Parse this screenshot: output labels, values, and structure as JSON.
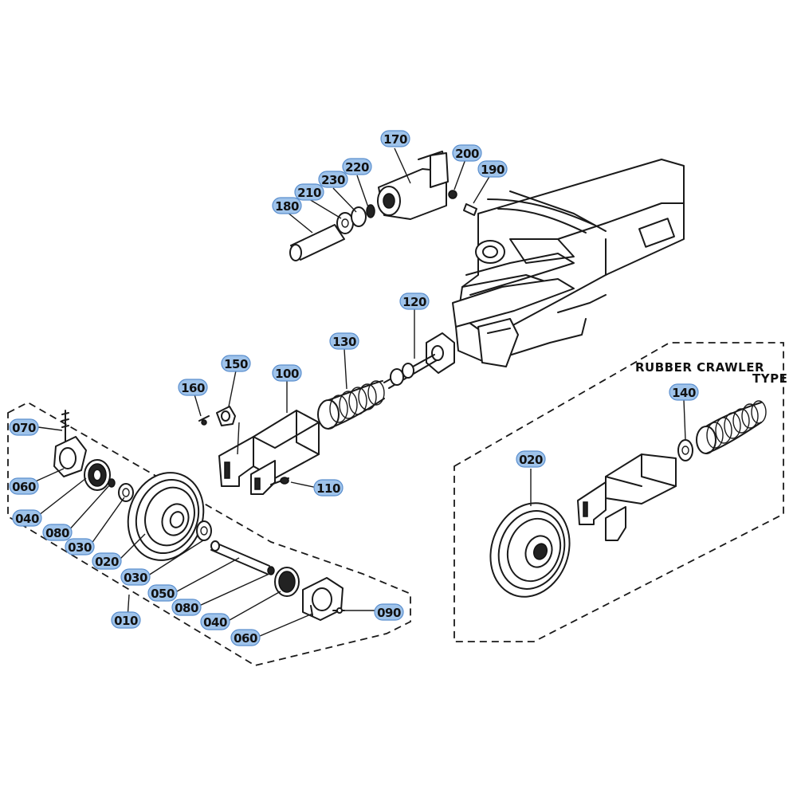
{
  "diagram": {
    "title_line1": "RUBBER CRAWLER",
    "title_line2": "TYPE",
    "part_numbers": {
      "p170": "170",
      "p200": "200",
      "p190": "190",
      "p220": "220",
      "p230": "230",
      "p210": "210",
      "p180": "180",
      "p120": "120",
      "p130": "130",
      "p100": "100",
      "p150": "150",
      "p160": "160",
      "p110": "110",
      "p070": "070",
      "p060a": "060",
      "p040a": "040",
      "p080a": "080",
      "p030a": "030",
      "p020a": "020",
      "p030b": "030",
      "p050": "050",
      "p080b": "080",
      "p040b": "040",
      "p060b": "060",
      "p090": "090",
      "p010": "010",
      "p020b": "020",
      "p140": "140"
    }
  }
}
